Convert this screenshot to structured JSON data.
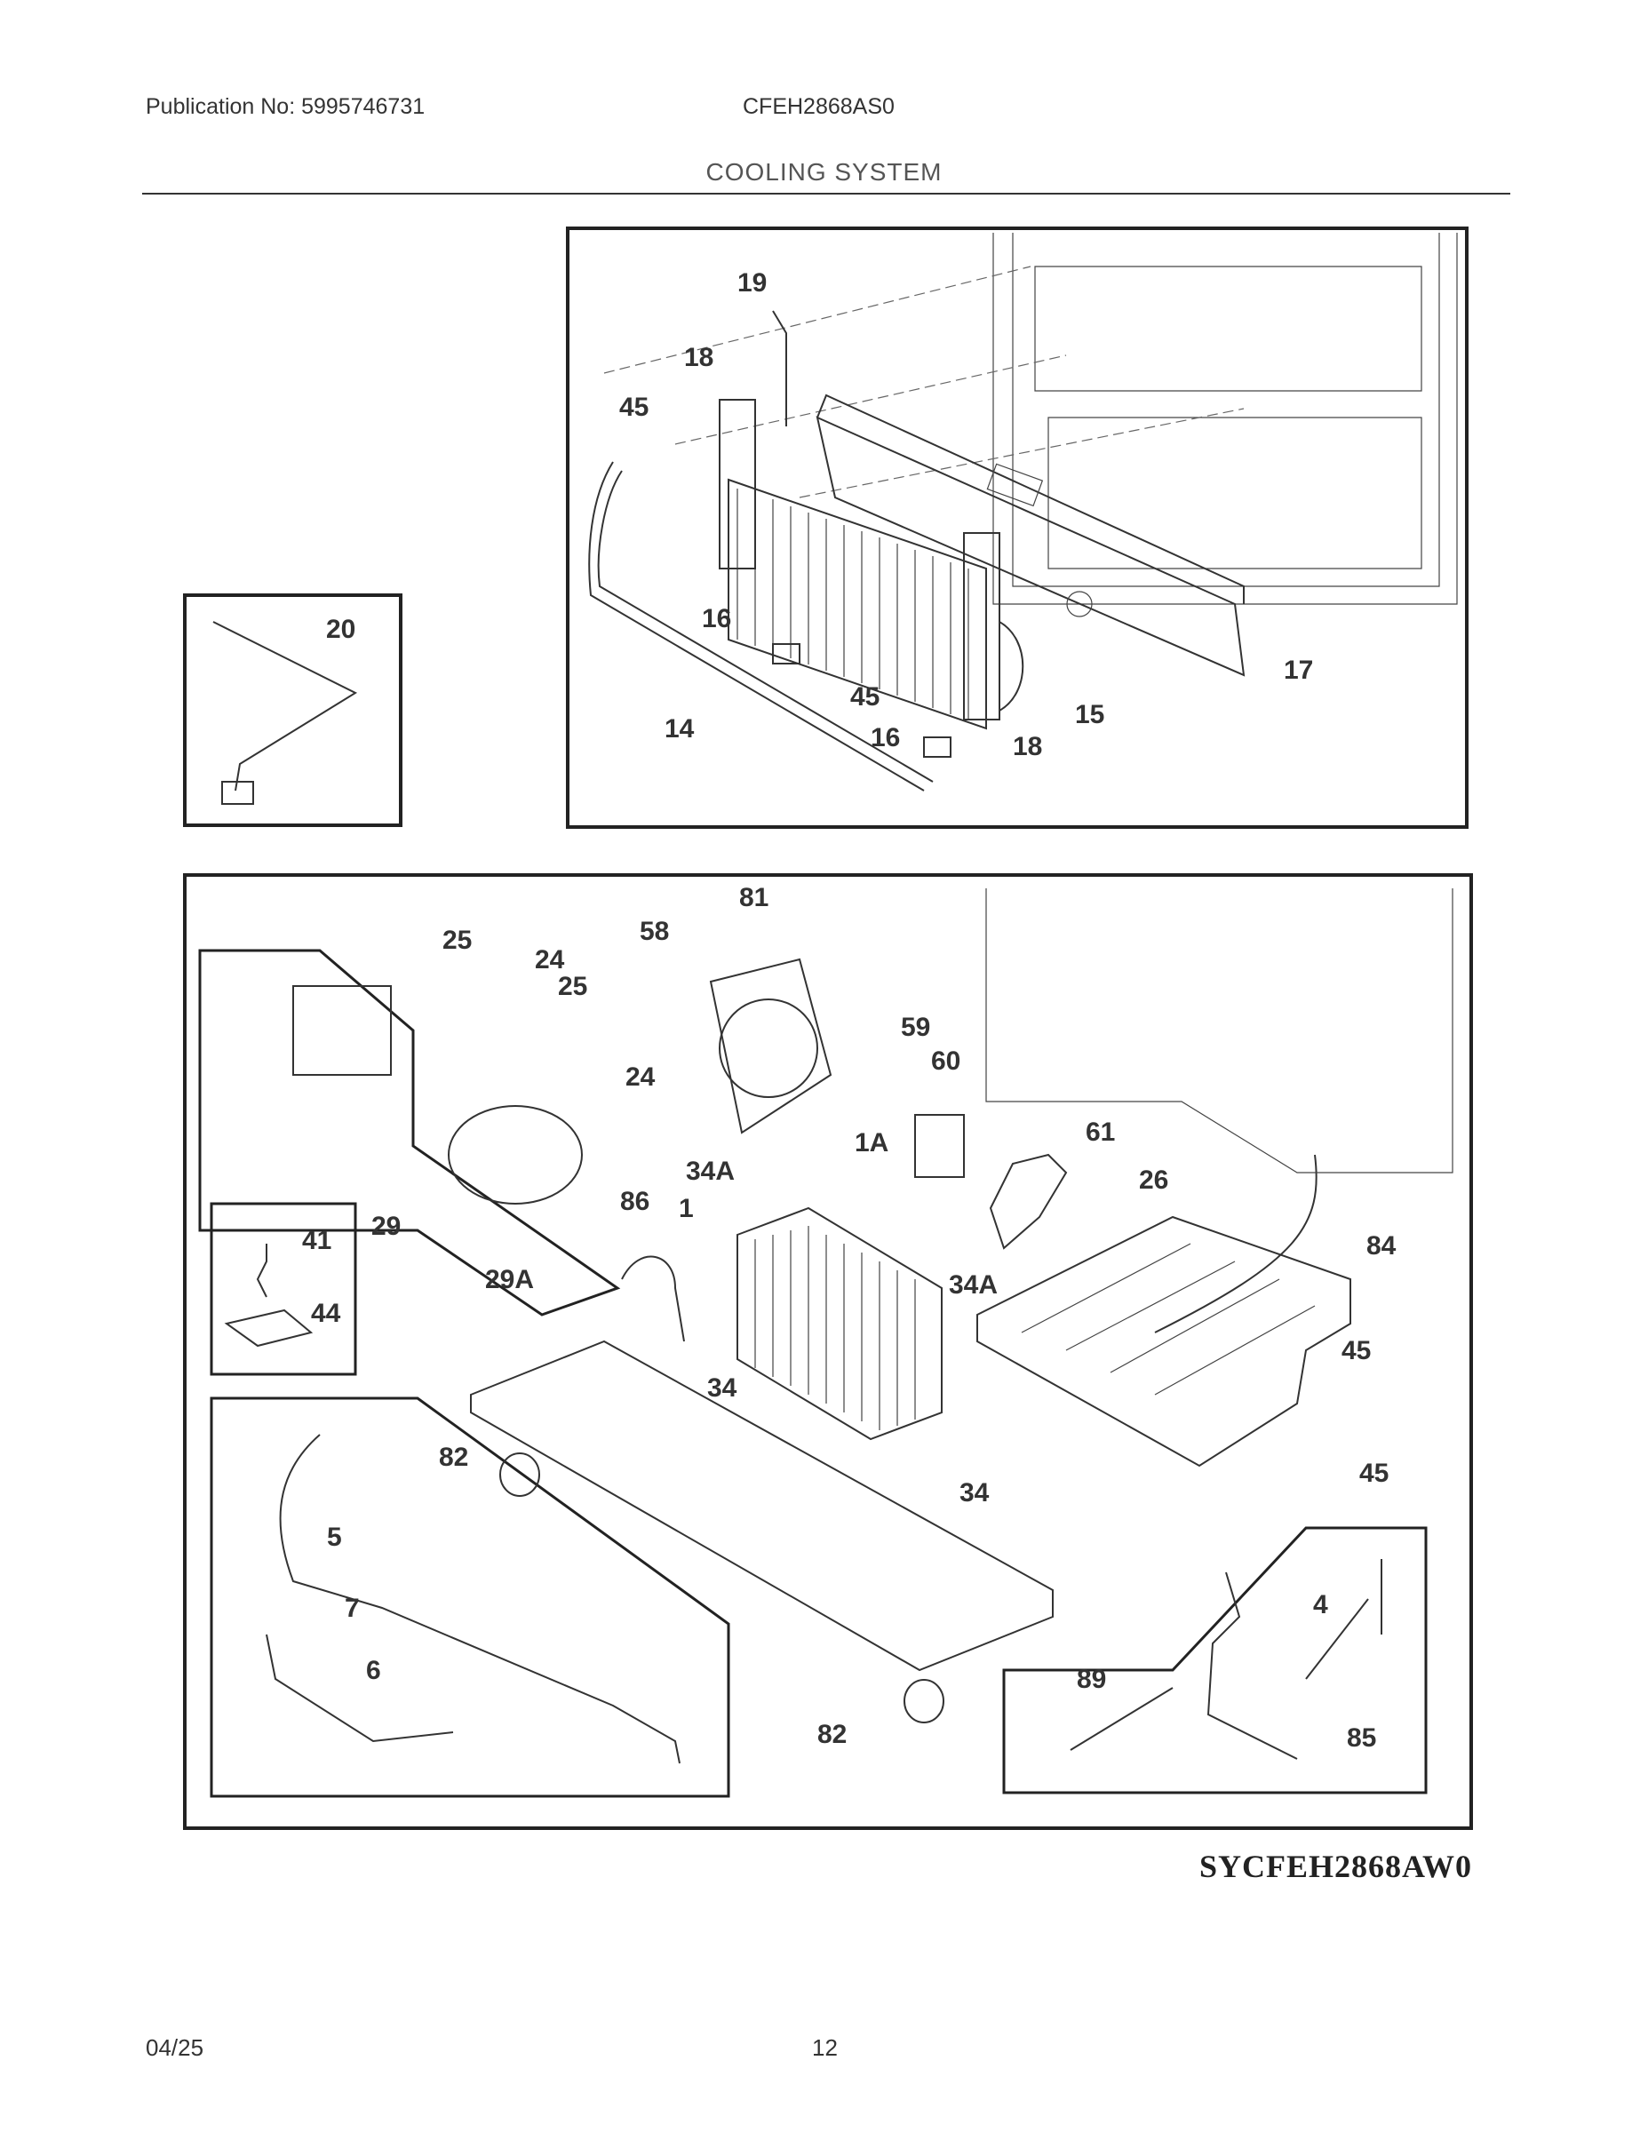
{
  "header": {
    "publication": "Publication No: 5995746731",
    "model": "CFEH2868AS0",
    "section_title": "COOLING SYSTEM"
  },
  "diagram": {
    "code": "SYCFEH2868AW0",
    "callouts": {
      "c19": "19",
      "c18a": "18",
      "c45a": "45",
      "c16a": "16",
      "c45b": "45",
      "c14": "14",
      "c16b": "16",
      "c18b": "18",
      "c15": "15",
      "c17": "17",
      "c20": "20",
      "c81": "81",
      "c58": "58",
      "c25a": "25",
      "c24a": "24",
      "c25b": "25",
      "c24b": "24",
      "c59": "59",
      "c60": "60",
      "c61": "61",
      "c1a": "1A",
      "c34a1": "34A",
      "c86": "86",
      "c1": "1",
      "c29": "29",
      "c41": "41",
      "c44": "44",
      "c29a": "29A",
      "c34a2": "34A",
      "c26": "26",
      "c84": "84",
      "c45c": "45",
      "c45d": "45",
      "c34a": "34",
      "c34b": "34",
      "c82a": "82",
      "c82b": "82",
      "c5": "5",
      "c7": "7",
      "c6": "6",
      "c4": "4",
      "c89": "89",
      "c85": "85"
    }
  },
  "footer": {
    "date": "04/25",
    "page": "12"
  }
}
